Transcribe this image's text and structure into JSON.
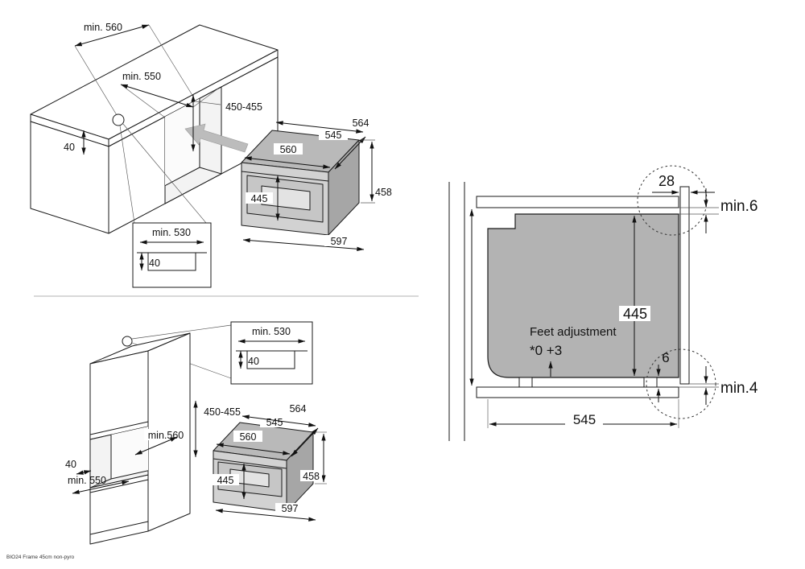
{
  "footer_note": "BIO24 Frame 45cm non-pyro",
  "counter_install": {
    "niche_width": "min. 560",
    "niche_depth": "min. 550",
    "niche_height": "450-455",
    "hole_offset": "40",
    "frame_detail": {
      "width": "min. 530",
      "depth": "40"
    }
  },
  "column_install": {
    "niche_height": "450-455",
    "niche_depth": "min.560",
    "hole_offset": "40",
    "niche_width": "min. 550",
    "frame_detail": {
      "width": "min. 530",
      "depth": "40"
    }
  },
  "oven_dims": {
    "total_width": "564",
    "body_depth": "545",
    "body_width": "560",
    "body_height": "445",
    "total_height": "458",
    "total_width_front": "597"
  },
  "side_view": {
    "frame_depth": "28",
    "top_clearance": "min.6",
    "body_height": "445",
    "feet_adjustment_label": "Feet adjustment",
    "feet_adjustment_value": "*0 +3",
    "foot_height": "6",
    "bottom_clearance": "min.4",
    "body_depth": "545"
  }
}
